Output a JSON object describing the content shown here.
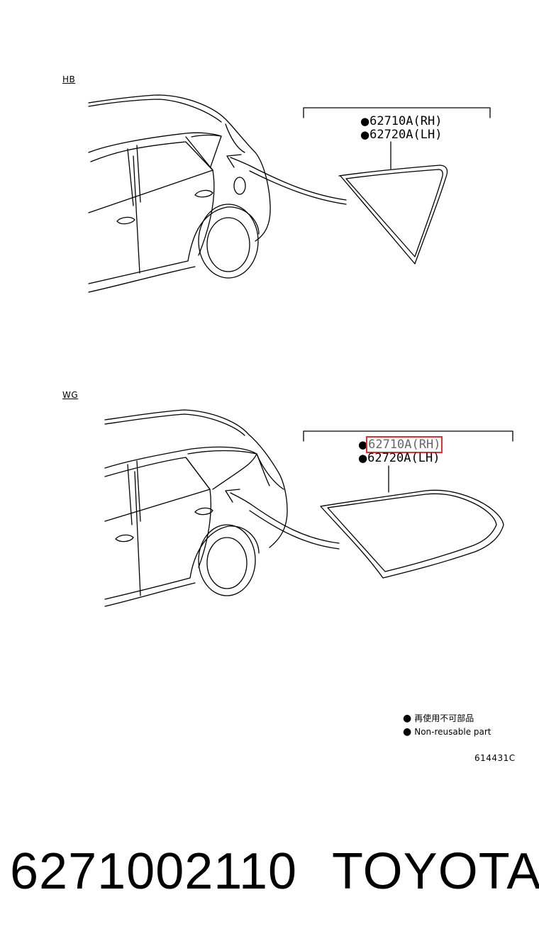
{
  "sections": [
    {
      "tag": "HB",
      "parts": [
        {
          "bullet": "●",
          "code": "62710A(RH)",
          "highlighted": false
        },
        {
          "bullet": "●",
          "code": "62720A(LH)",
          "highlighted": false
        }
      ]
    },
    {
      "tag": "WG",
      "parts": [
        {
          "bullet": "●",
          "code": "62710A(RH)",
          "highlighted": true
        },
        {
          "bullet": "●",
          "code": "62720A(LH)",
          "highlighted": false
        }
      ]
    }
  ],
  "legend": {
    "line1": {
      "bullet": "●",
      "text": "再使用不可部品"
    },
    "line2": {
      "bullet": "●",
      "text": "Non-reusable part"
    }
  },
  "figure_code": "614431C",
  "footer": {
    "part_number": "6271002110",
    "brand": "TOYOTA"
  },
  "colors": {
    "highlight": "#e03030"
  }
}
